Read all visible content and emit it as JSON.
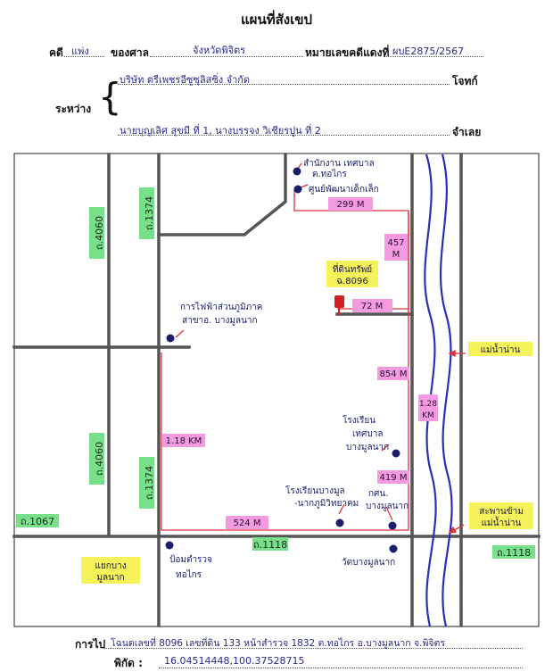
{
  "doc": {
    "title": "แผนที่สังเขป",
    "case_label": "คดี",
    "case_type": "แพ่ง",
    "court_label": "ของศาล",
    "court_name": "จังหวัดพิจิตร",
    "red_no_label": "หมายเลขคดีแดงที่",
    "red_no": "ผบE2875/2567",
    "between_label": "ระหว่าง",
    "plaintiff": "บริษัท  ตรีเพชรอีซูซุลิสซิ่ง  จำกัด",
    "plaintiff_label": "โจทก์",
    "defendant": "นายบุญเลิศ สุขมี ที่ 1, นางบรรจง วิเชียรปูน ที่ 2",
    "defendant_label": "จำเลย",
    "directions_label": "การไป",
    "directions": "โฉนดเลขที่ 8096 เลขที่ดิน 133 หน้าสำรวจ 1832  ต.ทอไกร อ.บางมูลนาก  จ.พิจิตร",
    "coords_label": "พิกัด :",
    "coords": "16.04514448,100.37528715"
  },
  "map": {
    "roads": {
      "r4060_top": "ถ.4060",
      "r1374_top": "ถ.1374",
      "r4060_bottom": "ถ.4060",
      "r1374_bottom": "ถ.1374",
      "r1067": "ถ.1067",
      "r1118_center": "ถ.1118",
      "r1118_right": "ถ.1118"
    },
    "places": {
      "office_line1": "สำนักงาน เทศบาล",
      "office_line2": "ต.ทอไกร",
      "child_center": "ศูนย์พัฒนาเด็กเล็ก",
      "electric_line1": "การไฟฟ้าส่วนภูมิภาค",
      "electric_line2": "สาขาอ. บางมูลนาก",
      "school1_line1": "โรงเรียน",
      "school1_line2": "เทศบาล",
      "school1_line3": "บางมูลนาก",
      "school2_line1": "โรงเรียนบางมูล",
      "school2_line2": "-นากภูมิวิทยาคม",
      "office2_line1": "กศน.",
      "office2_line2": "บางมูลนาก",
      "police_line1": "ป้อมตำรวจ",
      "police_line2": "ทอไกร",
      "temple": "วัดบางมูลนาก",
      "junction_line1": "แยกบาง",
      "junction_line2": "มูลนาก",
      "river": "แม่น้ำน่าน",
      "bridge_line1": "สะพานข้าม",
      "bridge_line2": "แม่น้ำน่าน",
      "parcel_line1": "ที่ดินทรัพย์",
      "parcel_line2": "ฉ.8096"
    },
    "distances": {
      "d299": "299 M",
      "d457_line1": "457",
      "d457_line2": "M",
      "d72": "72 M",
      "d854": "854 M",
      "d128_line1": "1.28",
      "d128_line2": "KM",
      "d118": "1.18 KM",
      "d419": "419 M",
      "d524": "524 M"
    },
    "colors": {
      "road_green": "#78e08a",
      "place_yellow": "#f6f25a",
      "distance_pink": "#f39be0",
      "river_blue": "#2b2fb5",
      "route_red": "#e0303a",
      "marker_navy": "#1b1f6b"
    }
  }
}
